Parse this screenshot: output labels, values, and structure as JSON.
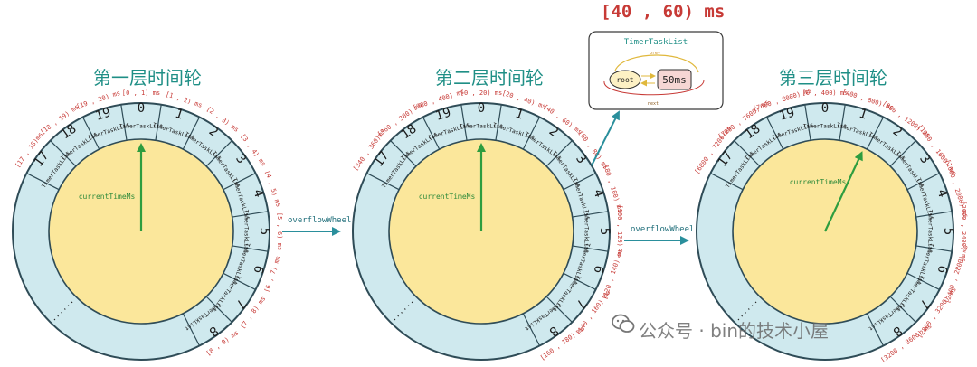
{
  "top_range": "[40 , 60) ms",
  "link_labels": [
    "overflowWheel",
    "overflowWheel"
  ],
  "watermark": "公众号 · bin的技术小屋",
  "detail": {
    "title": "TimerTaskList",
    "prev": "prev",
    "next": "next",
    "root": "root",
    "task": "50ms"
  },
  "colors": {
    "teal": "#1f8f86",
    "red": "#c73a36",
    "ring": "#cfe9ee",
    "ring_dark": "#2f4c57",
    "face": "#fbe79b",
    "pointer": "#2e9d3f",
    "arrow": "#2a8f9c"
  },
  "wheels": [
    {
      "title": "第一层时间轮",
      "pointer_label": "currentTimeMs",
      "pointer_angle": 0,
      "slot_label": "TimerTaskList",
      "slots": [
        "0",
        "1",
        "2",
        "3",
        "4",
        "5",
        "6",
        "7",
        "8",
        "......",
        "17",
        "18",
        "19"
      ],
      "ranges": [
        "[0 , 1) ms",
        "[1 , 2) ms",
        "[2 , 3) ms",
        "[3 , 4) ms",
        "[4 , 5) ms",
        "[5 , 6) ms",
        "[6 , 7) ms",
        "[7 , 8) ms",
        "[8 , 9) ms",
        "[17 , 18)ms",
        "[18 , 19) ms",
        "[19 , 20) ms"
      ]
    },
    {
      "title": "第二层时间轮",
      "pointer_label": "currentTimeMs",
      "pointer_angle": 0,
      "slot_label": "TimerTaskList",
      "slots": [
        "0",
        "1",
        "2",
        "3",
        "4",
        "5",
        "6",
        "7",
        "8",
        "......",
        "17",
        "18",
        "19"
      ],
      "ranges": [
        "[0 , 20) ms",
        "[20 , 40) ms",
        "[40 , 60) ms",
        "[60 , 80) ms",
        "[80 , 100) ms",
        "[100 , 120) ms",
        "[120 , 140) ms",
        "[140 , 160) ms",
        "[160 , 180) ms",
        "[340 , 360)ms",
        "[360 , 380) ms",
        "[380 , 400) ms"
      ]
    },
    {
      "title": "第三层时间轮",
      "pointer_label": "currentTimeMs",
      "pointer_angle": 25,
      "slot_label": "TimerTaskList",
      "slots": [
        "0",
        "1",
        "2",
        "3",
        "4",
        "5",
        "6",
        "7",
        "8",
        "......",
        "17",
        "18",
        "19"
      ],
      "ranges": [
        "[0 , 400) ms",
        "[400 , 800) ms",
        "[800 , 1200) ms",
        "[1200 , 1600) ms",
        "[1600 , 2000) ms",
        "[2000 , 2400) ms",
        "[2400 , 2800) ms",
        "[2800 , 3200) ms",
        "[3200 , 3600) ms",
        "[6800 , 7200)ms",
        "[7200 , 7600) ms",
        "[7600 , 8000) ms"
      ]
    }
  ]
}
